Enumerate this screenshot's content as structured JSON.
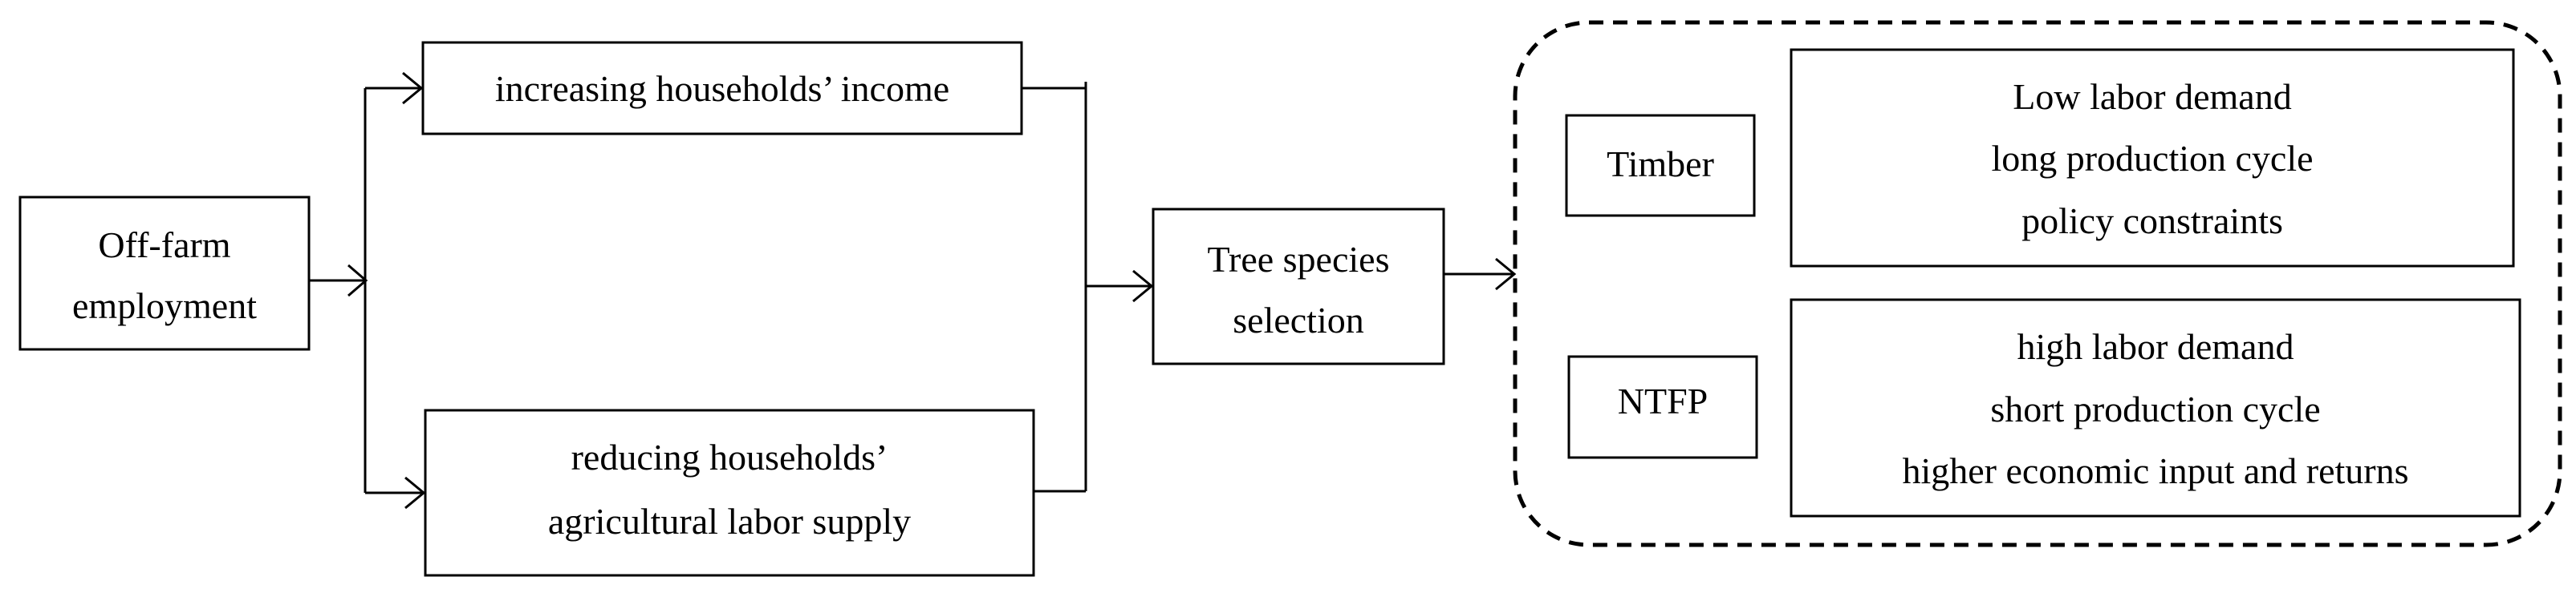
{
  "nodes": {
    "off_farm": {
      "line1": "Off-farm",
      "line2": "employment"
    },
    "income": {
      "label": "increasing households’ income"
    },
    "labor": {
      "line1": "reducing households’",
      "line2": "agricultural labor supply"
    },
    "tree": {
      "line1": "Tree species",
      "line2": "selection"
    },
    "timber": {
      "label": "Timber"
    },
    "ntfp": {
      "label": "NTFP"
    },
    "timber_traits": {
      "line1": "Low labor demand",
      "line2": "long production cycle",
      "line3": "policy constraints"
    },
    "ntfp_traits": {
      "line1": "high labor demand",
      "line2": "short production cycle",
      "line3": "higher economic input and returns"
    }
  }
}
